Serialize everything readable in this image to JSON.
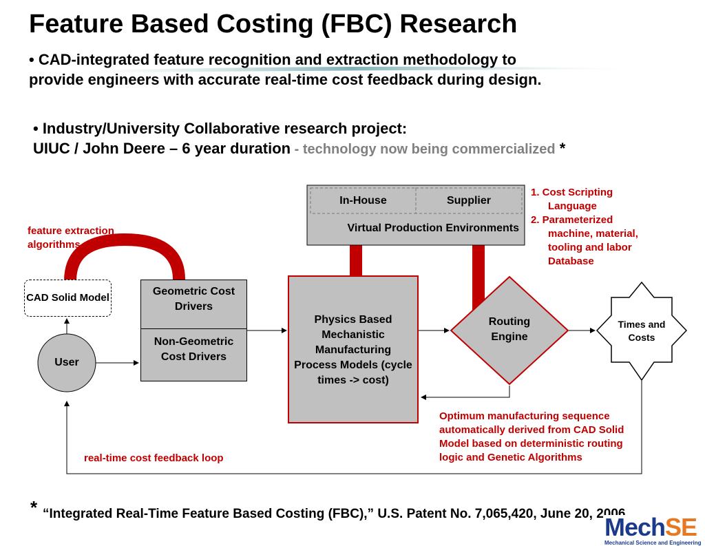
{
  "title": "Feature Based Costing (FBC) Research",
  "bullet1": {
    "line1": "• CAD-integrated feature recognition and extraction methodology to",
    "line2": "provide engineers with accurate real-time cost feedback during design."
  },
  "bullet2": {
    "line1": "• Industry/University Collaborative research project:",
    "line2_main": "UIUC / John Deere – 6 year duration",
    "line2_sep": " - ",
    "line2_gray": "technology now being commercialized",
    "line2_star": " *"
  },
  "diagram": {
    "feature_extraction_note": "feature extraction algorithms",
    "cad_solid_model": "CAD Solid Model",
    "user": "User",
    "geometric_cost_drivers": "Geometric Cost Drivers",
    "non_geometric_cost_drivers": "Non-Geometric Cost Drivers",
    "in_house": "In-House",
    "supplier": "Supplier",
    "virtual_production": "Virtual Production Environments",
    "physics_models": "Physics Based Mechanistic Manufacturing Process Models (cycle times -> cost)",
    "routing_engine": "Routing Engine",
    "times_and_costs": "Times and Costs",
    "cost_scripting": {
      "item1_a": "1. Cost Scripting",
      "item1_b": "Language",
      "item2_a": "2. Parameterized",
      "item2_b": "machine, material,",
      "item2_c": "tooling and labor",
      "item2_d": "Database"
    },
    "optimum_note": "Optimum manufacturing sequence automatically derived from CAD Solid Model based on deterministic routing logic and Genetic Algorithms",
    "feedback_loop": "real-time cost feedback loop"
  },
  "footer": {
    "star": "*",
    "citation": "“Integrated Real-Time Feature Based Costing (FBC),” U.S. Patent No. 7,065,420, June 20, 2006"
  },
  "logo": {
    "mech": "Mech",
    "se": "SE",
    "subtitle": "Mechanical Science and Engineering"
  },
  "colors": {
    "accent_red": "#c00000",
    "box_gray": "#c0c0c0",
    "logo_blue": "#1b3a8c",
    "logo_orange": "#e87722"
  }
}
